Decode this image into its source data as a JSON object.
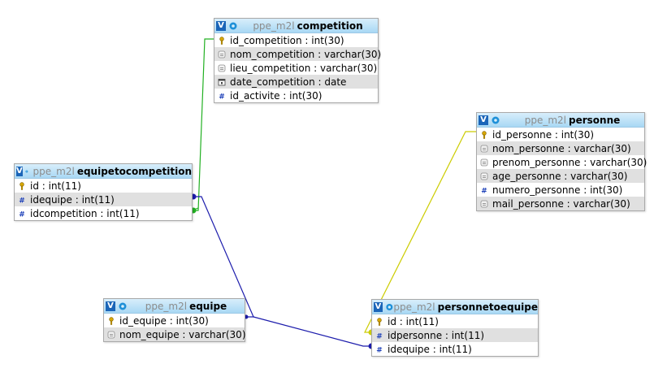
{
  "tables": {
    "competition": {
      "db": "ppe_m2l",
      "name": "competition",
      "columns": [
        {
          "text": "id_competition : int(30)",
          "icon": "key-icon"
        },
        {
          "text": "nom_competition : varchar(30)",
          "icon": "text-icon"
        },
        {
          "text": "lieu_competition : varchar(30)",
          "icon": "text-icon"
        },
        {
          "text": "date_competition : date",
          "icon": "date-icon"
        },
        {
          "text": "id_activite : int(30)",
          "icon": "number-icon"
        }
      ]
    },
    "personne": {
      "db": "ppe_m2l",
      "name": "personne",
      "columns": [
        {
          "text": "id_personne : int(30)",
          "icon": "key-icon"
        },
        {
          "text": "nom_personne : varchar(30)",
          "icon": "text-icon"
        },
        {
          "text": "prenom_personne : varchar(30)",
          "icon": "text-icon"
        },
        {
          "text": "age_personne : varchar(30)",
          "icon": "text-icon"
        },
        {
          "text": "numero_personne : int(30)",
          "icon": "number-icon"
        },
        {
          "text": "mail_personne : varchar(30)",
          "icon": "text-icon"
        }
      ]
    },
    "equipetocompetition": {
      "db": "ppe_m2l",
      "name": "equipetocompetition",
      "columns": [
        {
          "text": "id : int(11)",
          "icon": "key-icon"
        },
        {
          "text": "idequipe : int(11)",
          "icon": "number-icon"
        },
        {
          "text": "idcompetition : int(11)",
          "icon": "number-icon"
        }
      ]
    },
    "equipe": {
      "db": "ppe_m2l",
      "name": "equipe",
      "columns": [
        {
          "text": "id_equipe : int(30)",
          "icon": "key-icon"
        },
        {
          "text": "nom_equipe : varchar(30)",
          "icon": "text-icon"
        }
      ]
    },
    "personnetoequipe": {
      "db": "ppe_m2l",
      "name": "personnetoequipe",
      "columns": [
        {
          "text": "id : int(11)",
          "icon": "key-icon"
        },
        {
          "text": "idpersonne : int(11)",
          "icon": "number-icon"
        },
        {
          "text": "idequipe : int(11)",
          "icon": "number-icon"
        }
      ]
    }
  },
  "toggle_glyph": "V",
  "colors": {
    "header_top": "#d8eefb",
    "header_bottom": "#a8d8f4",
    "toggle_bg": "#1b65b8",
    "gear": "#1e90d8",
    "link_green": "#22b022",
    "link_yellow": "#cccc00",
    "link_blue": "#1c1cac",
    "alt_row": "#e0e0e0"
  }
}
